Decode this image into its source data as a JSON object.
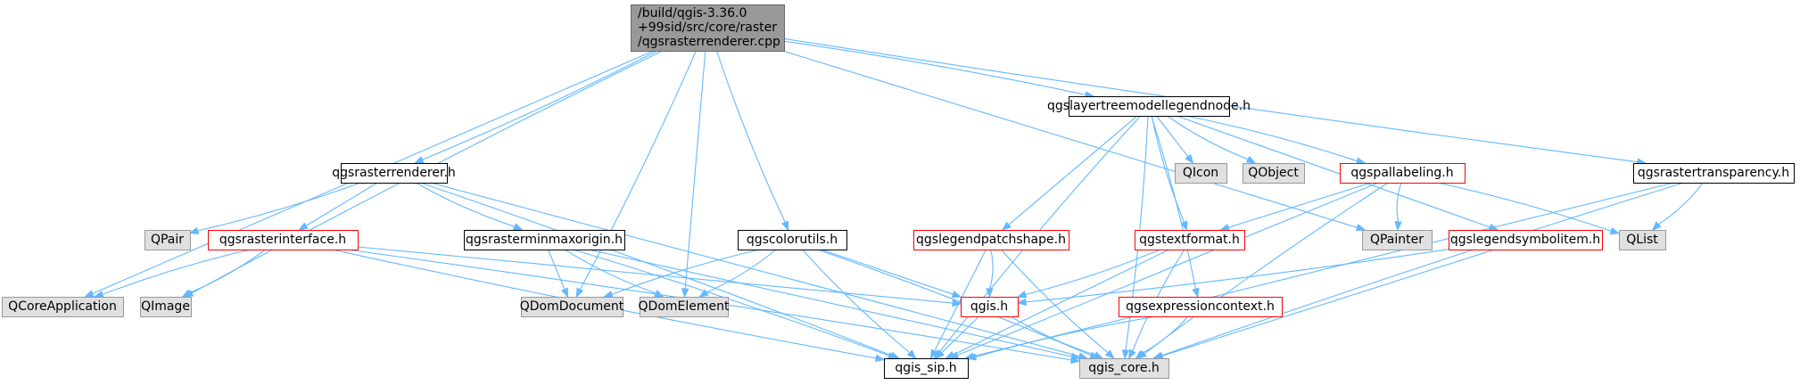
{
  "diagram": {
    "type": "include-dependency-graph",
    "colors": {
      "root_fill": "#999999",
      "root_border": "#666666",
      "node_fill": "#ffffff",
      "node_border_black": "#000000",
      "node_border_red": "#ff0000",
      "external_fill": "#e0e0e0",
      "external_border": "#999999",
      "edge": "#63b8ff"
    },
    "nodes": [
      {
        "id": "root",
        "lines": [
          "/build/qgis-3.36.0",
          "+99sid/src/core/raster",
          "/qgsrasterrenderer.cpp"
        ],
        "style": "root"
      },
      {
        "id": "qgsrasterrenderer_h",
        "lines": [
          "qgsrasterrenderer.h"
        ],
        "style": "black"
      },
      {
        "id": "qgslayertreemodellegendnode_h",
        "lines": [
          "qgslayertreemodellegendnode.h"
        ],
        "style": "black"
      },
      {
        "id": "qgsrastertransparency_h",
        "lines": [
          "qgsrastertransparency.h"
        ],
        "style": "black"
      },
      {
        "id": "qgsrasterminmaxorigin_h",
        "lines": [
          "qgsrasterminmaxorigin.h"
        ],
        "style": "black"
      },
      {
        "id": "qgscolorutils_h",
        "lines": [
          "qgscolorutils.h"
        ],
        "style": "black"
      },
      {
        "id": "qgsrasterinterface_h",
        "lines": [
          "qgsrasterinterface.h"
        ],
        "style": "red"
      },
      {
        "id": "qgslegendpatchshape_h",
        "lines": [
          "qgslegendpatchshape.h"
        ],
        "style": "red"
      },
      {
        "id": "qgspallabeling_h",
        "lines": [
          "qgspallabeling.h"
        ],
        "style": "red"
      },
      {
        "id": "qgstextformat_h",
        "lines": [
          "qgstextformat.h"
        ],
        "style": "red"
      },
      {
        "id": "qgslegendsymbolitem_h",
        "lines": [
          "qgslegendsymbolitem.h"
        ],
        "style": "red"
      },
      {
        "id": "qgsexpressioncontext_h",
        "lines": [
          "qgsexpressioncontext.h"
        ],
        "style": "red"
      },
      {
        "id": "qgis_h",
        "lines": [
          "qgis.h"
        ],
        "style": "red"
      },
      {
        "id": "qgis_sip_h",
        "lines": [
          "qgis_sip.h"
        ],
        "style": "black"
      },
      {
        "id": "qgis_core_h",
        "lines": [
          "qgis_core.h"
        ],
        "style": "external"
      },
      {
        "id": "QCoreApplication",
        "lines": [
          "QCoreApplication"
        ],
        "style": "external"
      },
      {
        "id": "QImage",
        "lines": [
          "QImage"
        ],
        "style": "external"
      },
      {
        "id": "QPair",
        "lines": [
          "QPair"
        ],
        "style": "external"
      },
      {
        "id": "QDomDocument",
        "lines": [
          "QDomDocument"
        ],
        "style": "external"
      },
      {
        "id": "QDomElement",
        "lines": [
          "QDomElement"
        ],
        "style": "external"
      },
      {
        "id": "QIcon",
        "lines": [
          "QIcon"
        ],
        "style": "external"
      },
      {
        "id": "QObject",
        "lines": [
          "QObject"
        ],
        "style": "external"
      },
      {
        "id": "QPainter",
        "lines": [
          "QPainter"
        ],
        "style": "external"
      },
      {
        "id": "QList",
        "lines": [
          "QList"
        ],
        "style": "external"
      }
    ],
    "edges": [
      [
        "root",
        "qgsrasterrenderer_h"
      ],
      [
        "root",
        "QCoreApplication"
      ],
      [
        "root",
        "QImage"
      ],
      [
        "root",
        "QDomDocument"
      ],
      [
        "root",
        "QDomElement"
      ],
      [
        "root",
        "qgscolorutils_h"
      ],
      [
        "root",
        "qgslayertreemodellegendnode_h"
      ],
      [
        "root",
        "QPainter"
      ],
      [
        "root",
        "qgsrastertransparency_h"
      ],
      [
        "qgsrasterrenderer_h",
        "QPair"
      ],
      [
        "qgsrasterrenderer_h",
        "qgsrasterinterface_h"
      ],
      [
        "qgsrasterrenderer_h",
        "qgsrasterminmaxorigin_h"
      ],
      [
        "qgsrasterrenderer_h",
        "qgis_sip_h"
      ],
      [
        "qgsrasterrenderer_h",
        "qgis_core_h"
      ],
      [
        "qgsrasterinterface_h",
        "QCoreApplication"
      ],
      [
        "qgsrasterinterface_h",
        "QImage"
      ],
      [
        "qgsrasterinterface_h",
        "qgis_h"
      ],
      [
        "qgsrasterinterface_h",
        "qgis_sip_h"
      ],
      [
        "qgsrasterinterface_h",
        "qgis_core_h"
      ],
      [
        "qgsrasterminmaxorigin_h",
        "QDomDocument"
      ],
      [
        "qgsrasterminmaxorigin_h",
        "QDomElement"
      ],
      [
        "qgsrasterminmaxorigin_h",
        "qgis_sip_h"
      ],
      [
        "qgsrasterminmaxorigin_h",
        "qgis_core_h"
      ],
      [
        "qgscolorutils_h",
        "QDomDocument"
      ],
      [
        "qgscolorutils_h",
        "QDomElement"
      ],
      [
        "qgscolorutils_h",
        "qgis_h"
      ],
      [
        "qgscolorutils_h",
        "qgis_sip_h"
      ],
      [
        "qgscolorutils_h",
        "qgis_core_h"
      ],
      [
        "qgslayertreemodellegendnode_h",
        "QIcon"
      ],
      [
        "qgslayertreemodellegendnode_h",
        "QObject"
      ],
      [
        "qgslayertreemodellegendnode_h",
        "qgspallabeling_h"
      ],
      [
        "qgslayertreemodellegendnode_h",
        "qgslegendpatchshape_h"
      ],
      [
        "qgslayertreemodellegendnode_h",
        "qgstextformat_h"
      ],
      [
        "qgslayertreemodellegendnode_h",
        "qgsexpressioncontext_h"
      ],
      [
        "qgslayertreemodellegendnode_h",
        "qgslegendsymbolitem_h"
      ],
      [
        "qgslayertreemodellegendnode_h",
        "qgis_sip_h"
      ],
      [
        "qgslayertreemodellegendnode_h",
        "qgis_core_h"
      ],
      [
        "qgspallabeling_h",
        "qgstextformat_h"
      ],
      [
        "qgspallabeling_h",
        "QPainter"
      ],
      [
        "qgspallabeling_h",
        "QList"
      ],
      [
        "qgspallabeling_h",
        "qgis_sip_h"
      ],
      [
        "qgspallabeling_h",
        "qgis_core_h"
      ],
      [
        "qgslegendpatchshape_h",
        "qgis_h"
      ],
      [
        "qgslegendpatchshape_h",
        "qgis_sip_h"
      ],
      [
        "qgslegendpatchshape_h",
        "qgis_core_h"
      ],
      [
        "qgstextformat_h",
        "qgis_h"
      ],
      [
        "qgstextformat_h",
        "qgis_sip_h"
      ],
      [
        "qgstextformat_h",
        "qgis_core_h"
      ],
      [
        "qgslegendsymbolitem_h",
        "qgis_h"
      ],
      [
        "qgslegendsymbolitem_h",
        "qgis_core_h"
      ],
      [
        "qgsexpressioncontext_h",
        "qgis_sip_h"
      ],
      [
        "qgsexpressioncontext_h",
        "qgis_core_h"
      ],
      [
        "qgis_h",
        "qgis_sip_h"
      ],
      [
        "qgis_h",
        "qgis_core_h"
      ],
      [
        "qgsrastertransparency_h",
        "QList"
      ],
      [
        "qgsrastertransparency_h",
        "qgis_sip_h"
      ],
      [
        "qgsrastertransparency_h",
        "qgis_core_h"
      ]
    ]
  }
}
